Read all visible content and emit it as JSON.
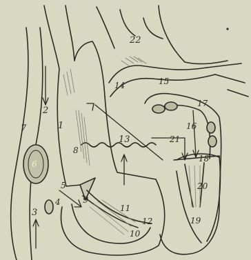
{
  "figure": {
    "labels": {
      "l1": "1",
      "l2": "2",
      "l3": "3",
      "l4": "4",
      "l5": "5",
      "l6": "6",
      "l7": "7",
      "l8": "8",
      "l9": "9",
      "l10": "10",
      "l11": "11",
      "l12": "12",
      "l13": "13",
      "l14": "14",
      "l15": "15",
      "l16": "16",
      "l17": "17",
      "l18": "18",
      "l19": "19",
      "l20": "20",
      "l21": "21",
      "l22": "22"
    },
    "colors": {
      "background": "#d8d9c2",
      "ink": "#2b2a25",
      "shade": "#7d7d6e"
    }
  }
}
